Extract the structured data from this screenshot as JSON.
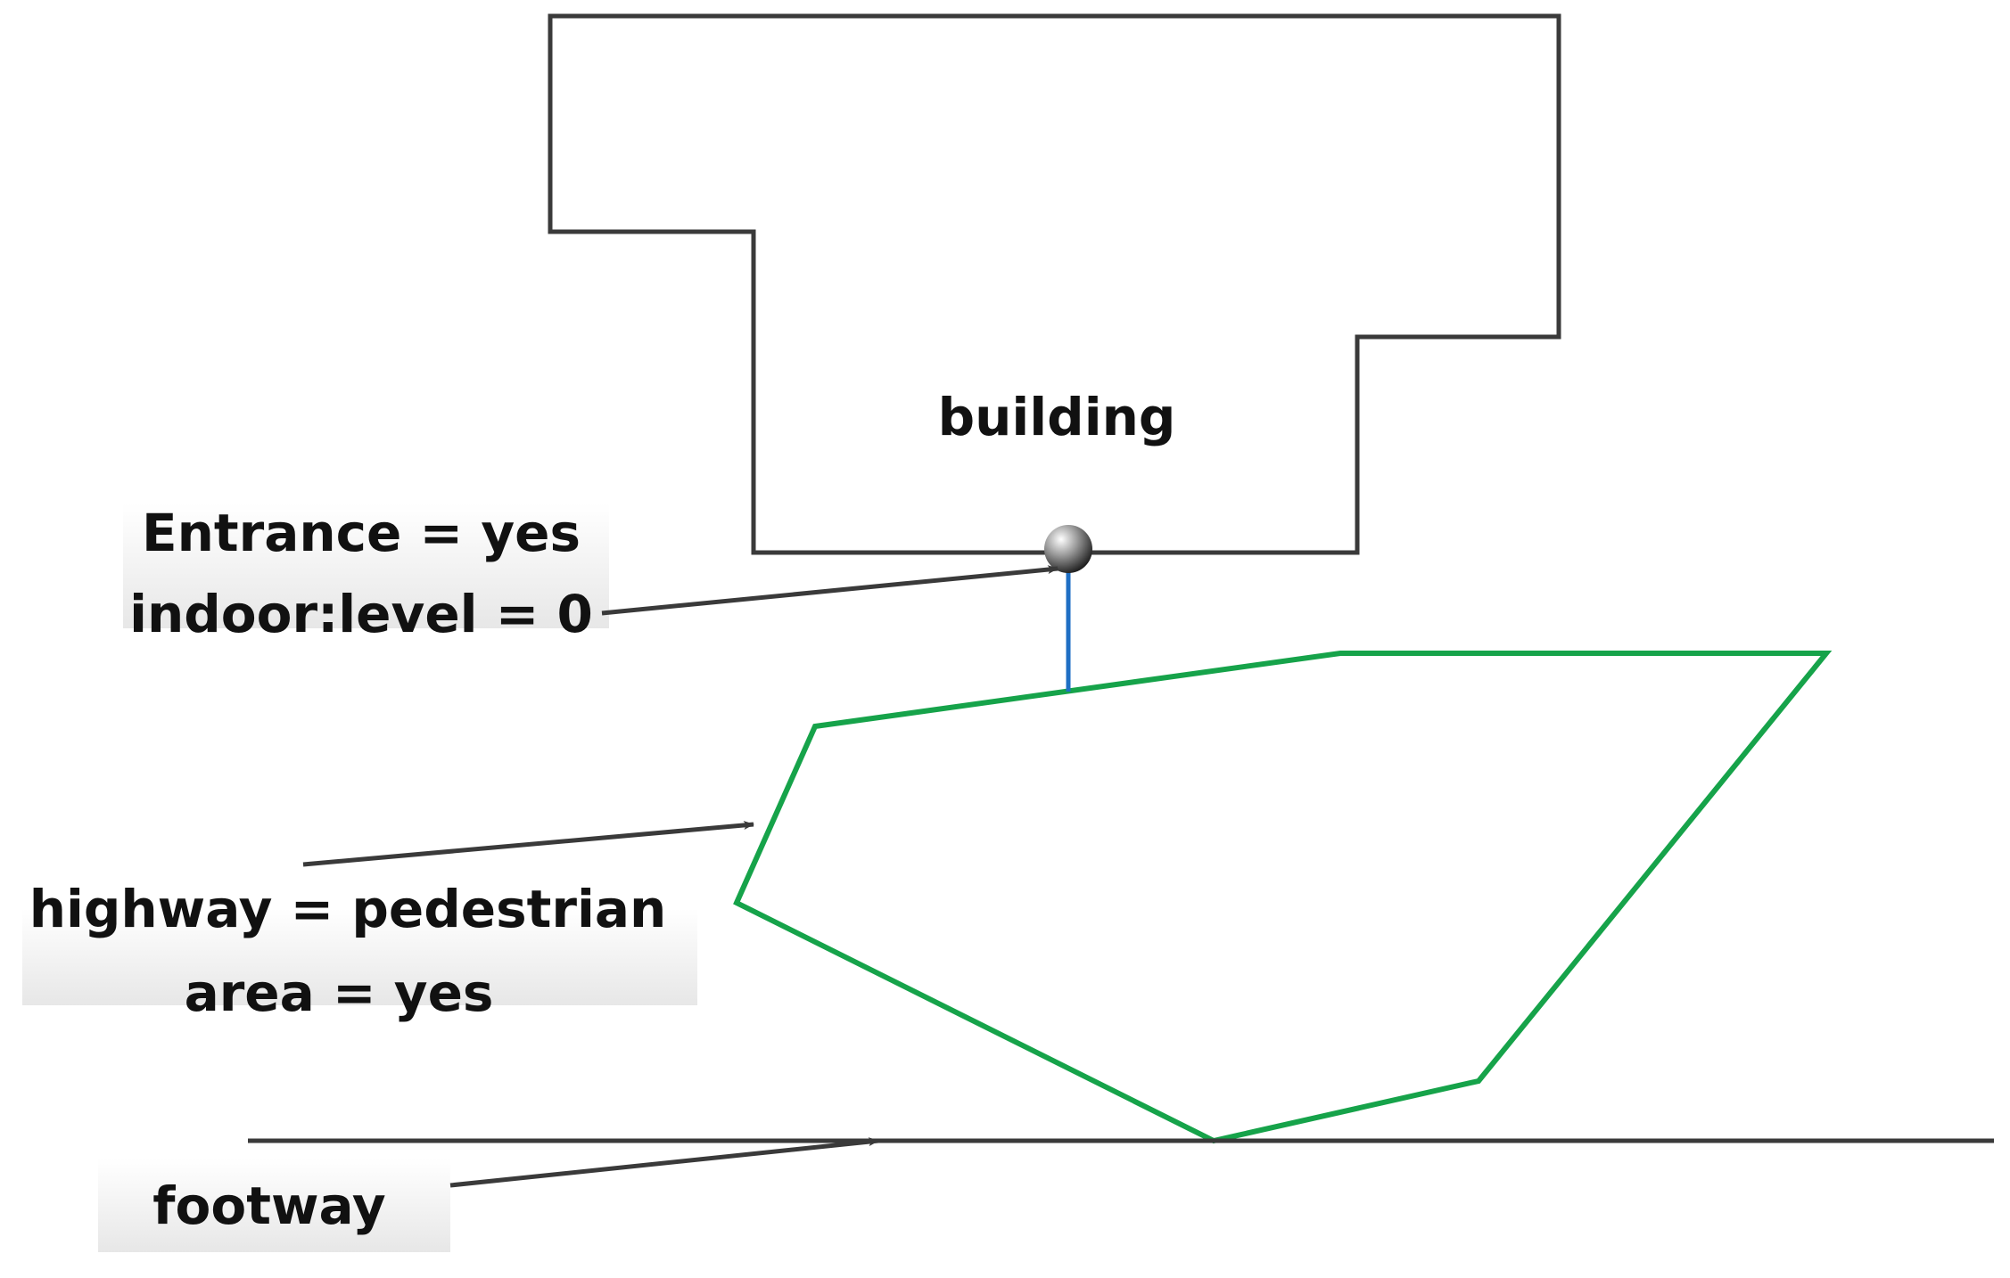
{
  "labels": {
    "building": "building",
    "entrance_line1": "Entrance = yes",
    "entrance_line2": "indoor:level = 0",
    "pedestrian_line1": "highway = pedestrian",
    "pedestrian_line2": "area = yes",
    "footway": "footway"
  },
  "colors": {
    "outline": "#3a3a3a",
    "area": "#16a34a",
    "connector": "#1f6fc4",
    "arrow": "#3a3a3a"
  }
}
